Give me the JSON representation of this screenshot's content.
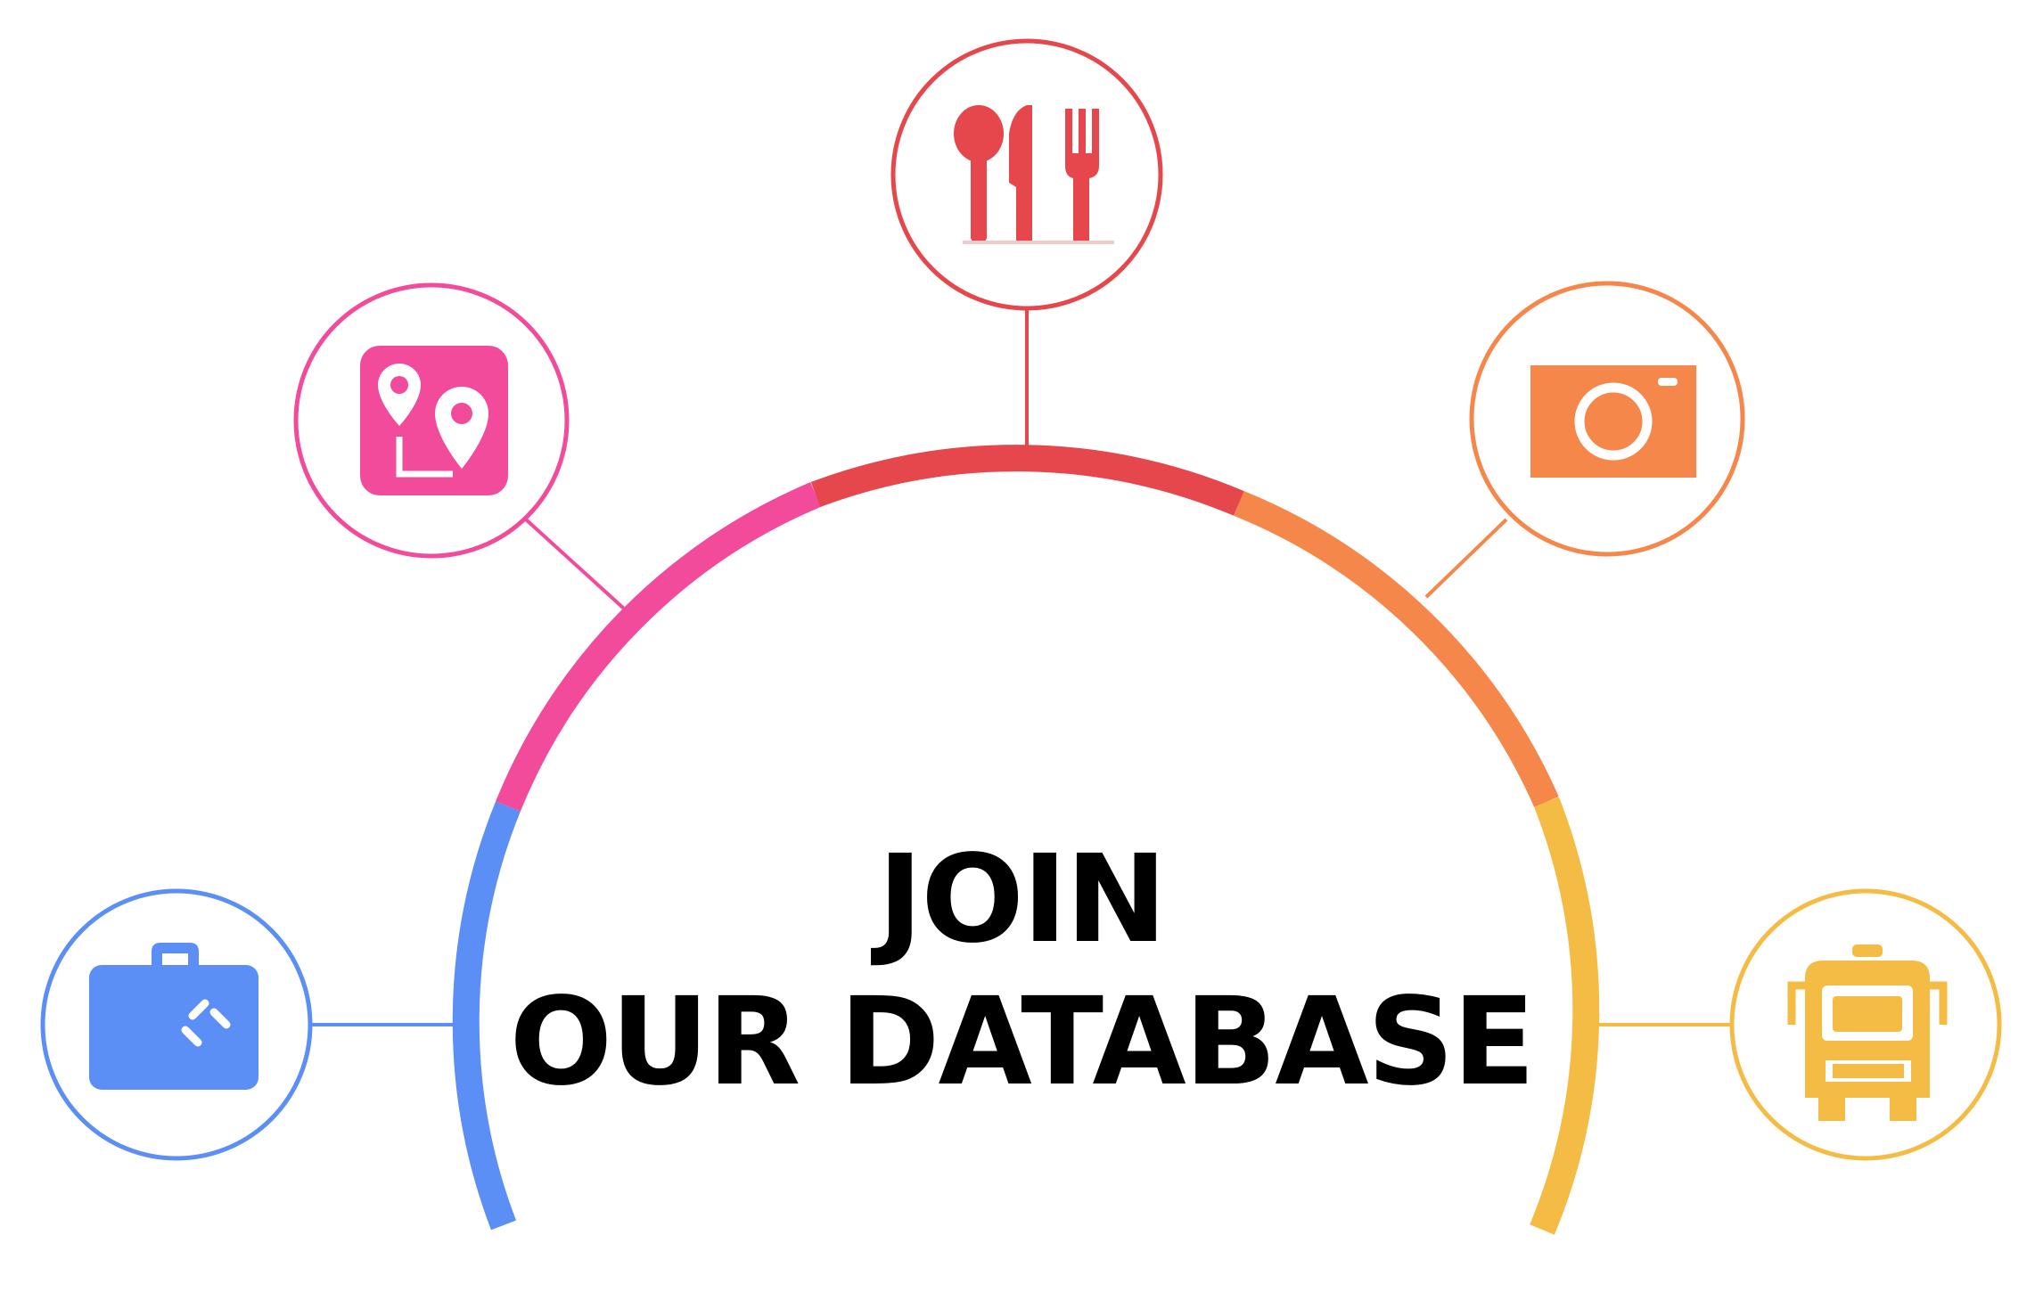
{
  "headline": {
    "line1": "JOIN",
    "line2": "OUR DATABASE"
  },
  "colors": {
    "blue": "#5b8ff5",
    "pink": "#f24b9c",
    "red": "#e5474d",
    "orange": "#f5874b",
    "yellow": "#f5bc45",
    "text": "#000000"
  },
  "categories": [
    {
      "id": "luggage",
      "icon": "suitcase-icon",
      "color": "#5b8ff5"
    },
    {
      "id": "places",
      "icon": "map-pin-route-icon",
      "color": "#f24b9c"
    },
    {
      "id": "food",
      "icon": "cutlery-icon",
      "color": "#e5474d"
    },
    {
      "id": "photo",
      "icon": "camera-icon",
      "color": "#f5874b"
    },
    {
      "id": "transport",
      "icon": "bus-icon",
      "color": "#f5bc45"
    }
  ]
}
